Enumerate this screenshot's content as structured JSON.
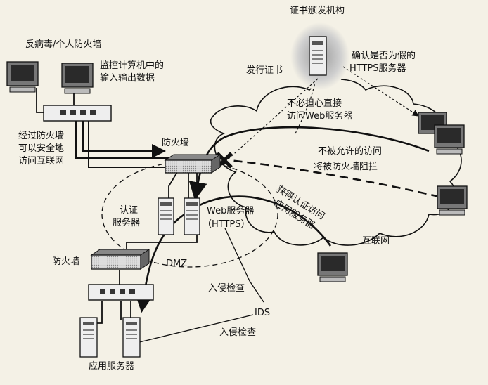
{
  "labels": {
    "ca": "证书颁发机构",
    "confirm_line1": "确认是否为假的",
    "confirm_line2": "HTTPS服务器",
    "issue_cert": "发行证书",
    "antivirus": "反病毒/个人防火墙",
    "monitor_line1": "监控计算机中的",
    "monitor_line2": "输入输出数据",
    "safe_line1": "经过防火墙",
    "safe_line2": "可以安全地",
    "safe_line3": "访问互联网",
    "firewall_top": "防火墙",
    "no_worry_line1": "不必担心直接",
    "no_worry_line2": "访问Web服务器",
    "blocked_line1": "不被允许的访问",
    "blocked_line2": "将被防火墙阻拦",
    "auth_access_line1": "获得认证访问",
    "auth_access_line2": "应用服务器",
    "auth_server_line1": "认证",
    "auth_server_line2": "服务器",
    "web_server_line1": "Web服务器",
    "web_server_line2": "（HTTPS）",
    "internet": "互联网",
    "firewall_bottom": "防火墙",
    "dmz": "DMZ",
    "intrusion_check_1": "入侵检查",
    "ids": "IDS",
    "intrusion_check_2": "入侵检查",
    "app_server": "应用服务器"
  },
  "colors": {
    "background": "#f4f1e6",
    "ink": "#111111",
    "device_gray": "#6a6a6a",
    "screen_dark": "#2a2a2a",
    "ca_glow": "#c9c9c9"
  },
  "icons": [
    "pc-icon",
    "hub-icon",
    "firewall-icon",
    "server-icon",
    "block-x-icon"
  ]
}
